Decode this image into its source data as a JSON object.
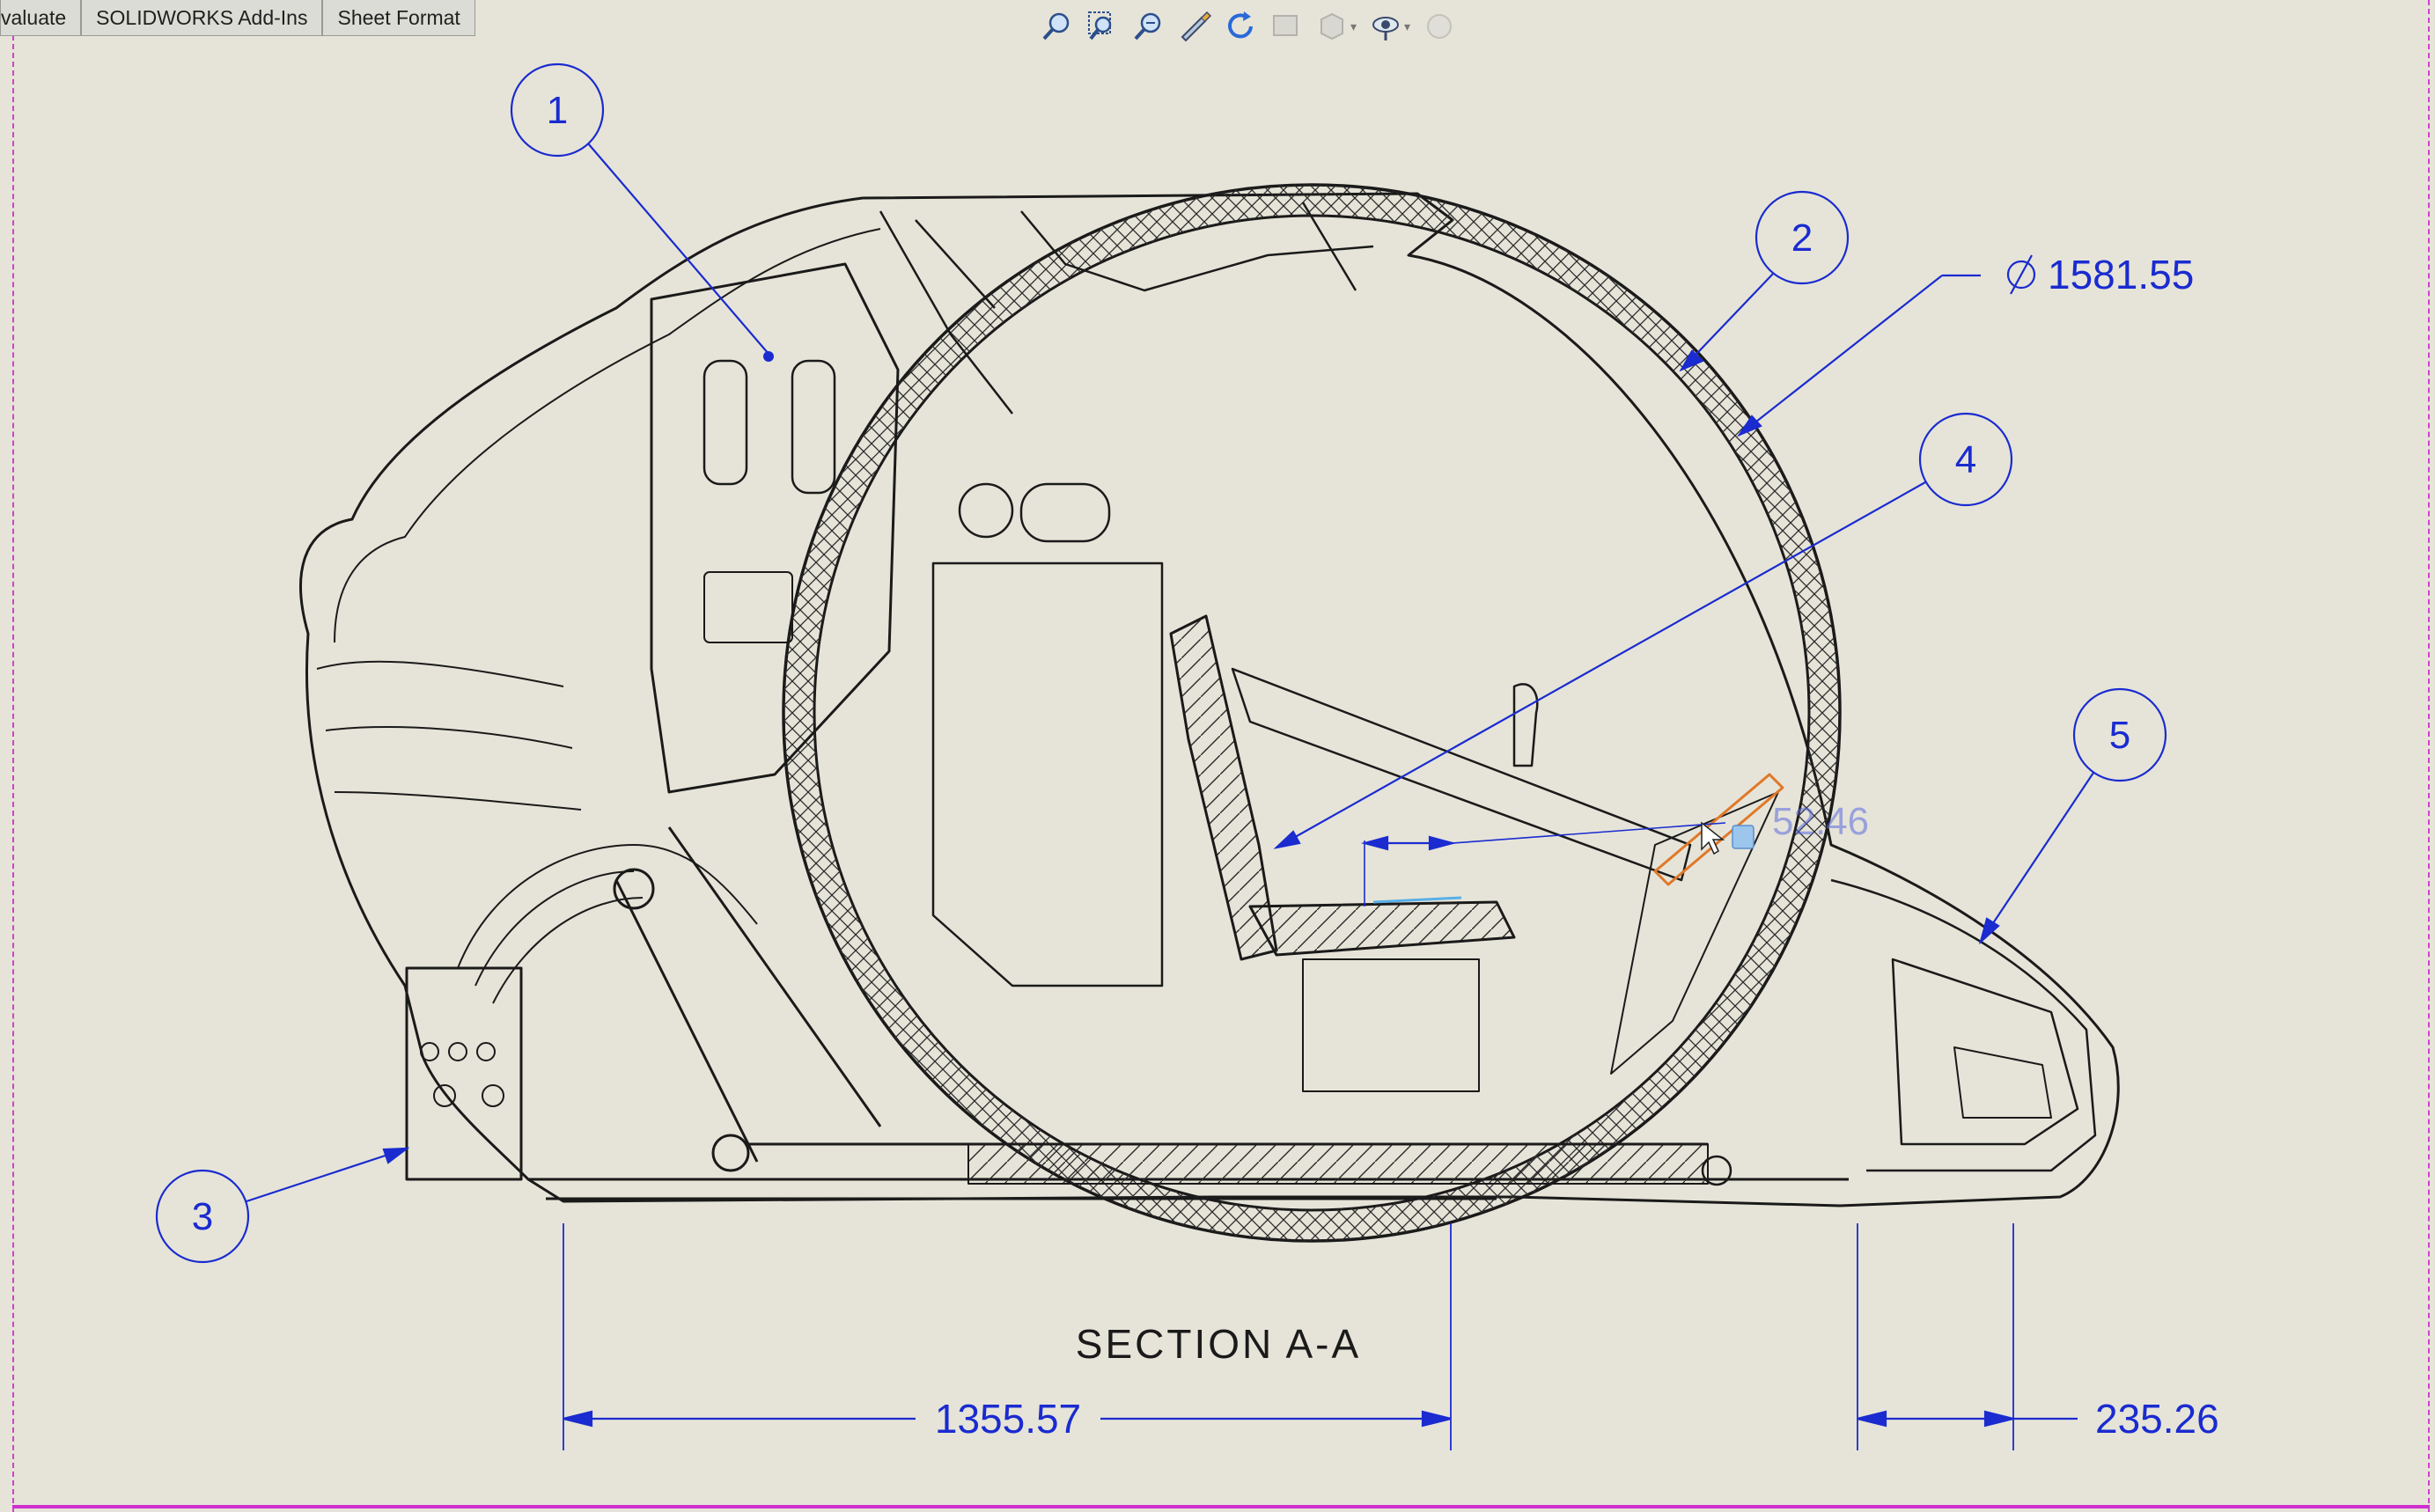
{
  "toolbar_tabs": [
    "valuate",
    "SOLIDWORKS Add-Ins",
    "Sheet Format"
  ],
  "view_toolbar": [
    {
      "icon": "zoom-to-fit-icon",
      "enabled": true
    },
    {
      "icon": "zoom-to-area-icon",
      "enabled": true
    },
    {
      "icon": "zoom-in-out-icon",
      "enabled": true
    },
    {
      "icon": "sketch-tools-icon",
      "enabled": true
    },
    {
      "icon": "rotate-view-icon",
      "enabled": true
    },
    {
      "icon": "display-style-icon",
      "enabled": false
    },
    {
      "icon": "view-orientation-icon",
      "enabled": false
    },
    {
      "icon": "hide-show-items-icon",
      "enabled": true
    },
    {
      "icon": "appearance-icon",
      "enabled": false
    }
  ],
  "drawing": {
    "section_label": "SECTION A-A",
    "balloons": [
      "1",
      "2",
      "3",
      "4",
      "5"
    ],
    "dimensions": {
      "diameter": "1581.55",
      "inline_edit": "52.46",
      "base_length": "1355.57",
      "rear_length": "235.26"
    }
  },
  "colors": {
    "background": "#e6e4d8",
    "annotation": "#1a2bd0",
    "geometry": "#1a1a1a",
    "sheet_border": "#d030d0"
  }
}
